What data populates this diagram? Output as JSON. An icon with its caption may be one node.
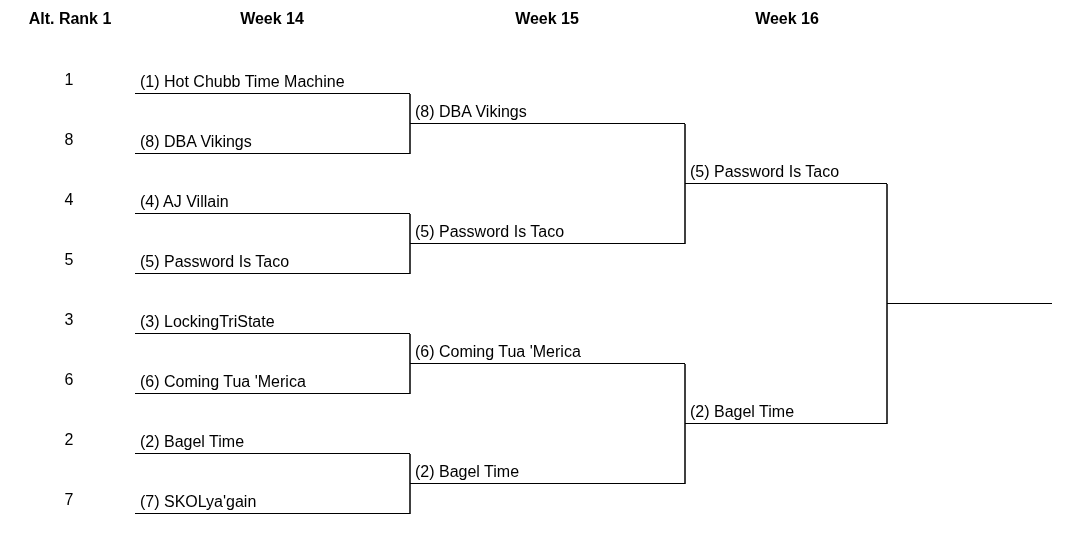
{
  "diagram": {
    "nodes": [
      {
        "text": [
          "(1) Hot Chubb Time Machine"
        ]
      },
      {
        "text": [
          "(8) DBA Vikings"
        ]
      },
      {
        "text": [
          "(4) AJ Villain"
        ]
      },
      {
        "text": [
          "(5) Password Is Taco"
        ]
      },
      {
        "text": [
          "(3) LockingTriState"
        ]
      },
      {
        "text": [
          "(6) Coming Tua 'Merica"
        ]
      },
      {
        "text": [
          "(2) Bagel Time"
        ]
      },
      {
        "text": [
          "(7) SKOLya'gain"
        ]
      },
      {
        "text": [
          "(8) DBA Vikings"
        ]
      },
      {
        "text": [
          "(5) Password Is Taco"
        ]
      },
      {
        "text": [
          "(6) Coming Tua 'Merica"
        ]
      },
      {
        "text": [
          "(2) Bagel Time"
        ]
      },
      {
        "text": [
          "(5) Password Is Taco"
        ]
      },
      {
        "text": [
          "(2) Bagel Time"
        ]
      },
      {
        "text": [],
        "shape": "bar"
      }
    ],
    "edges": [
      {
        "from": 0,
        "to": 8,
        "arrow": "none"
      },
      {
        "from": 1,
        "to": 8,
        "arrow": "none"
      },
      {
        "from": 2,
        "to": 9,
        "arrow": "none"
      },
      {
        "from": 3,
        "to": 9,
        "arrow": "none"
      },
      {
        "from": 4,
        "to": 10,
        "arrow": "none"
      },
      {
        "from": 5,
        "to": 10,
        "arrow": "none"
      },
      {
        "from": 6,
        "to": 11,
        "arrow": "none"
      },
      {
        "from": 7,
        "to": 11,
        "arrow": "none"
      },
      {
        "from": 8,
        "to": 12,
        "arrow": "none"
      },
      {
        "from": 9,
        "to": 12,
        "arrow": "none"
      },
      {
        "from": 10,
        "to": 13,
        "arrow": "none"
      },
      {
        "from": 11,
        "to": 13,
        "arrow": "none"
      },
      {
        "from": 12,
        "to": 14,
        "arrow": "none"
      },
      {
        "from": 13,
        "to": 14,
        "arrow": "none"
      }
    ],
    "labels": [
      "Alt. Rank 1",
      "Week 14",
      "Week 15",
      "Week 16",
      "1",
      "8",
      "4",
      "5",
      "3",
      "6",
      "2",
      "7"
    ]
  }
}
